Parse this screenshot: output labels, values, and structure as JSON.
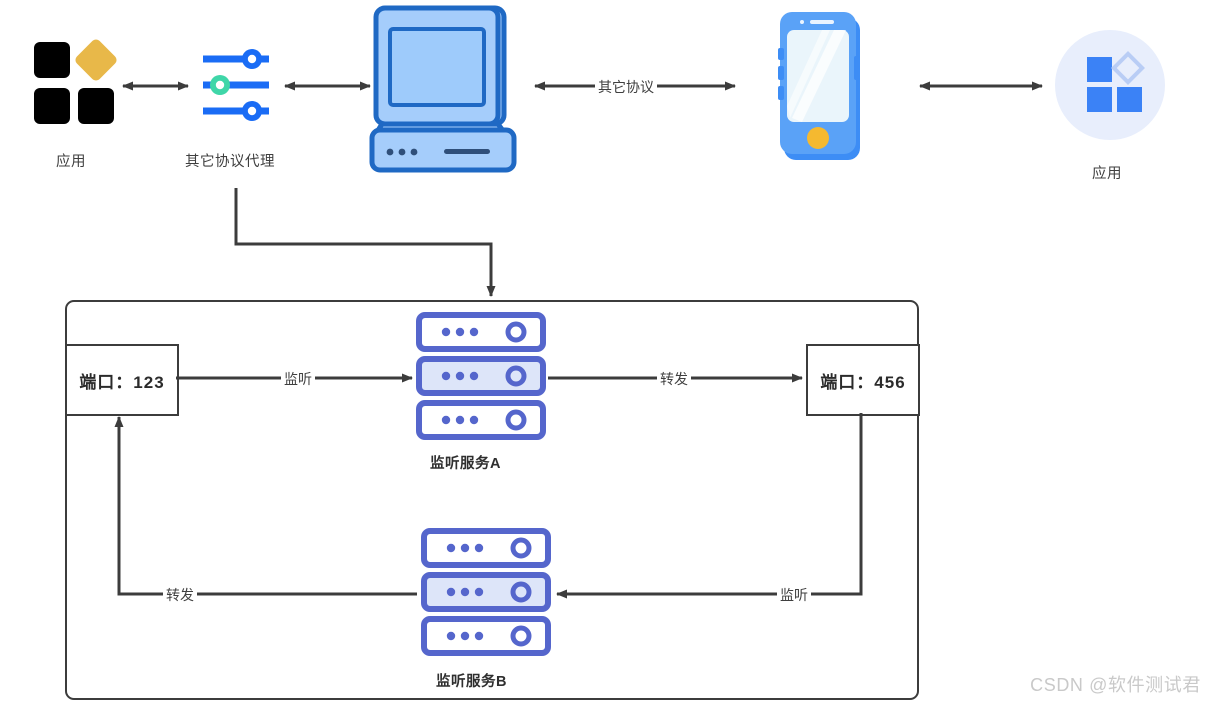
{
  "diagram": {
    "title": "port forwarding / listener architecture diagram",
    "nodes": {
      "app_left": {
        "label": "应用",
        "icon": "app-grid-icon"
      },
      "proxy": {
        "label": "其它协议代理",
        "icon": "sliders-icon"
      },
      "computer": {
        "label": "",
        "icon": "desktop-computer-icon"
      },
      "phone": {
        "label": "",
        "icon": "smartphone-icon"
      },
      "app_right": {
        "label": "应用",
        "icon": "app-grid-circle-icon"
      },
      "port_left": {
        "label": "端口：123"
      },
      "port_right": {
        "label": "端口：456"
      },
      "service_a": {
        "label": "监听服务A",
        "icon": "server-rack-icon"
      },
      "service_b": {
        "label": "监听服务B",
        "icon": "server-rack-icon"
      }
    },
    "edges": [
      {
        "id": "app-proxy",
        "label": "",
        "type": "bidirectional"
      },
      {
        "id": "proxy-computer",
        "label": "",
        "type": "bidirectional"
      },
      {
        "id": "computer-phone",
        "label": "其它协议",
        "type": "bidirectional"
      },
      {
        "id": "phone-app",
        "label": "",
        "type": "bidirectional"
      },
      {
        "id": "proxy-container",
        "label": "",
        "type": "directed"
      },
      {
        "id": "port123-servicea",
        "label": "监听",
        "type": "directed"
      },
      {
        "id": "servicea-port456",
        "label": "转发",
        "type": "directed"
      },
      {
        "id": "port456-serviceb",
        "label": "监听",
        "type": "directed"
      },
      {
        "id": "serviceb-port123",
        "label": "转发",
        "type": "directed"
      }
    ],
    "watermark": "CSDN @软件测试君"
  },
  "colors": {
    "line": "#3c3c3c",
    "server_blue": "#5566cc",
    "server_fill_active": "#dde5f9",
    "device_blue": "#5aa2f7",
    "device_blue_dark": "#1f69c4",
    "accent_yellow": "#e8b849",
    "proxy_blue": "#1a6cf5",
    "proxy_green": "#3fd6a8",
    "app_black": "#000000",
    "app_circle_bg": "#e8eefc",
    "app_square": "#3b82f6",
    "watermark_gray": "#c9c9c9"
  }
}
